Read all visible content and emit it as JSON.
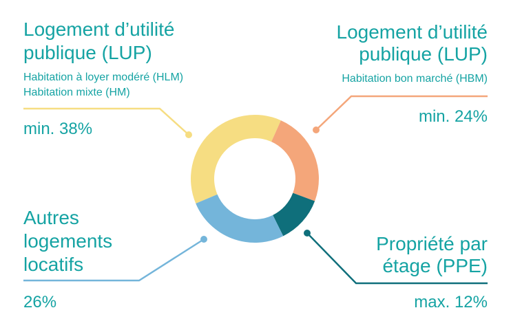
{
  "chart_data": {
    "type": "pie",
    "donut": true,
    "slices": [
      {
        "value": 38,
        "color": "#f6dd82"
      },
      {
        "value": 24,
        "color": "#f4a67a"
      },
      {
        "value": 12,
        "color": "#0f6f7b"
      },
      {
        "value": 26,
        "color": "#74b5da"
      }
    ]
  },
  "labels": {
    "top_left": {
      "title_line1": "Logement d’utilité",
      "title_line2": "publique (LUP)",
      "sub_line1": "Habitation à loyer modéré (HLM)",
      "sub_line2": "Habitation mixte (HM)",
      "value": "min. 38%"
    },
    "top_right": {
      "title_line1": "Logement d’utilité",
      "title_line2": "publique (LUP)",
      "sub_line1": "Habitation bon marché (HBM)",
      "value": "min. 24%"
    },
    "bottom_left": {
      "title_line1": "Autres",
      "title_line2": "logements",
      "title_line3": "locatifs",
      "value": "26%"
    },
    "bottom_right": {
      "title_line1": "Propriété par",
      "title_line2": "étage (PPE)",
      "value": "max. 12%"
    }
  },
  "colors": {
    "text": "#15a3a3",
    "yellow": "#f6dd82",
    "orange": "#f4a67a",
    "teal": "#0f6f7b",
    "blue": "#74b5da"
  }
}
